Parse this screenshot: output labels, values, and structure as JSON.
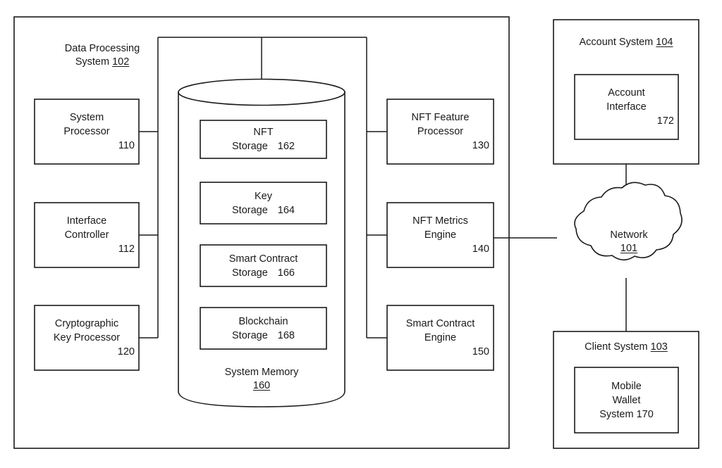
{
  "diagram": {
    "type": "system-block-diagram",
    "containers": [
      {
        "id": "data-processing-system",
        "title": "Data Processing",
        "title_line2": "System",
        "ref": "102"
      },
      {
        "id": "account-system",
        "title": "Account System",
        "ref": "104"
      },
      {
        "id": "client-system",
        "title": "Client System",
        "ref": "103"
      }
    ],
    "left_column": [
      {
        "id": "system-processor",
        "line1": "System",
        "line2": "Processor",
        "ref": "110"
      },
      {
        "id": "interface-controller",
        "line1": "Interface",
        "line2": "Controller",
        "ref": "112"
      },
      {
        "id": "cryptographic-key-processor",
        "line1": "Cryptographic",
        "line2": "Key Processor",
        "ref": "120"
      }
    ],
    "memory": {
      "id": "system-memory",
      "label": "System Memory",
      "ref": "160",
      "stores": [
        {
          "id": "nft-storage",
          "line1": "NFT",
          "line2": "Storage",
          "ref": "162"
        },
        {
          "id": "key-storage",
          "line1": "Key",
          "line2": "Storage",
          "ref": "164"
        },
        {
          "id": "smart-contract-storage",
          "line1": "Smart Contract",
          "line2": "Storage",
          "ref": "166"
        },
        {
          "id": "blockchain-storage",
          "line1": "Blockchain",
          "line2": "Storage",
          "ref": "168"
        }
      ]
    },
    "right_column": [
      {
        "id": "nft-feature-processor",
        "line1": "NFT Feature",
        "line2": "Processor",
        "ref": "130"
      },
      {
        "id": "nft-metrics-engine",
        "line1": "NFT Metrics",
        "line2": "Engine",
        "ref": "140"
      },
      {
        "id": "smart-contract-engine",
        "line1": "Smart Contract",
        "line2": "Engine",
        "ref": "150"
      }
    ],
    "network": {
      "id": "network",
      "label": "Network",
      "ref": "101"
    },
    "account_interface": {
      "id": "account-interface",
      "line1": "Account",
      "line2": "Interface",
      "ref": "172"
    },
    "mobile_wallet": {
      "id": "mobile-wallet-system",
      "line1": "Mobile",
      "line2": "Wallet",
      "line3": "System",
      "ref": "170"
    }
  },
  "colors": {
    "stroke": "#1a1a1a",
    "background": "#ffffff"
  }
}
